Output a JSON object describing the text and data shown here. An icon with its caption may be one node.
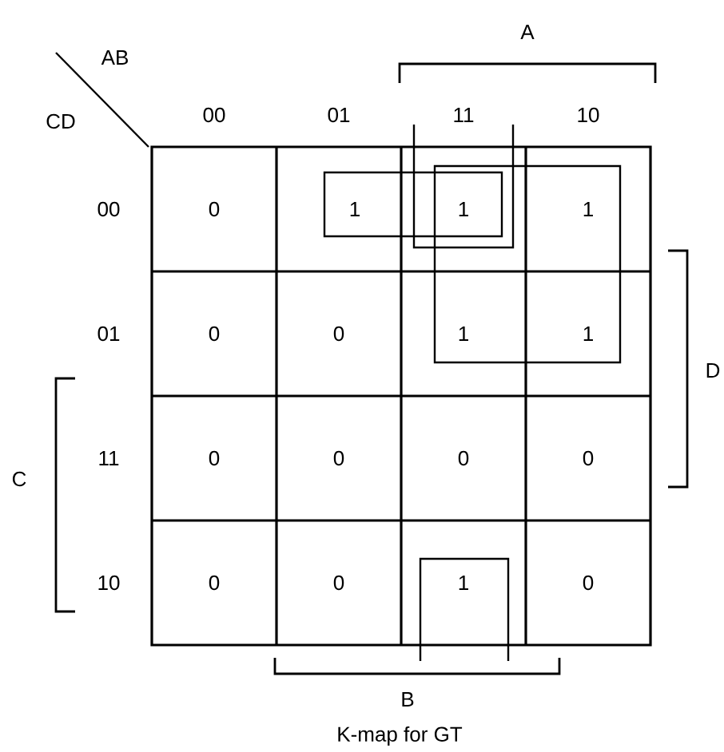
{
  "diagram": {
    "caption": "K-map for GT",
    "labels": [
      "A",
      "AB",
      "CD",
      "00",
      "01",
      "11",
      "10",
      "00",
      "0",
      "1",
      "1",
      "1",
      "01",
      "0",
      "0",
      "1",
      "1",
      "D",
      "C",
      "11",
      "0",
      "0",
      "0",
      "0",
      "10",
      "0",
      "0",
      "1",
      "0",
      "B"
    ]
  }
}
